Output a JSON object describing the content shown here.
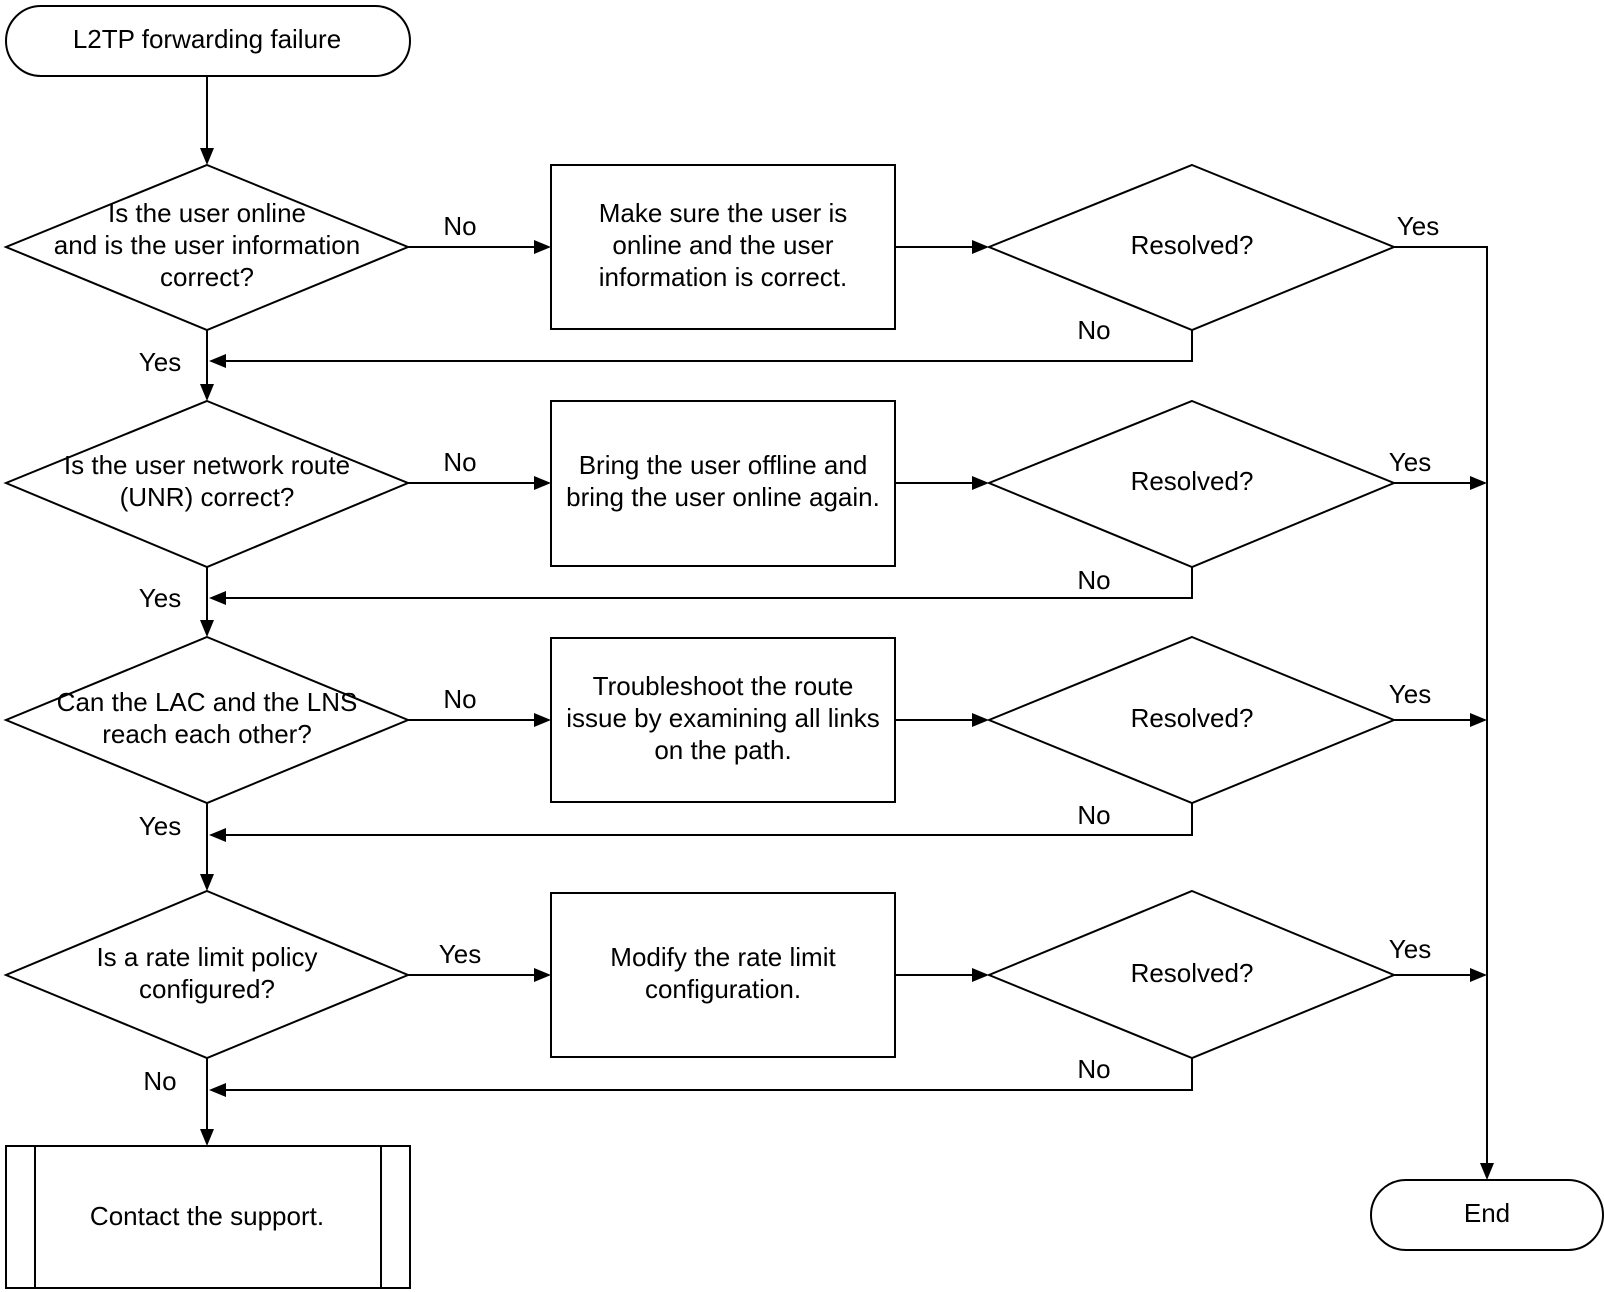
{
  "start": {
    "label": "L2TP forwarding failure"
  },
  "end": {
    "label": "End"
  },
  "checks": [
    {
      "question": [
        "Is the user online",
        "and is the user information",
        "correct?"
      ],
      "branch_label": "No",
      "action": [
        "Make sure the user is",
        "online and the user",
        "information is correct."
      ],
      "resolved": "Resolved?",
      "resolved_yes": "Yes",
      "resolved_no": "No",
      "next_label": "Yes"
    },
    {
      "question": [
        "Is the user network route",
        "(UNR) correct?"
      ],
      "branch_label": "No",
      "action": [
        "Bring the user offline and",
        "bring the user online again."
      ],
      "resolved": "Resolved?",
      "resolved_yes": "Yes",
      "resolved_no": "No",
      "next_label": "Yes"
    },
    {
      "question": [
        "Can the LAC and the LNS",
        "reach each other?"
      ],
      "branch_label": "No",
      "action": [
        "Troubleshoot the route",
        "issue by examining all links",
        "on the path."
      ],
      "resolved": "Resolved?",
      "resolved_yes": "Yes",
      "resolved_no": "No",
      "next_label": "Yes"
    },
    {
      "question": [
        "Is a rate limit policy",
        "configured?"
      ],
      "branch_label": "Yes",
      "action": [
        "Modify the rate limit",
        "configuration."
      ],
      "resolved": "Resolved?",
      "resolved_yes": "Yes",
      "resolved_no": "No",
      "next_label": "No"
    }
  ],
  "final": {
    "label": "Contact the support."
  },
  "colors": {
    "stroke": "#000000",
    "fill": "#ffffff",
    "text": "#000000"
  }
}
